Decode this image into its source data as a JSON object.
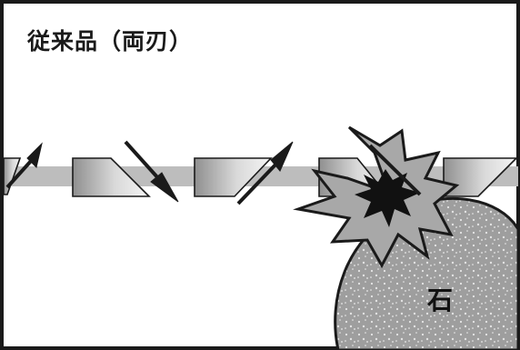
{
  "title": "従来品（両刃）",
  "stone_label": "石",
  "colors": {
    "frame": "#1a1a1a",
    "rail": "#bdbdbd",
    "blade_dark": "#8f8f8f",
    "blade_light": "#f2f2f2",
    "stone": "#9b9b9b",
    "burst_outer": "#a8a8a8",
    "burst_inner": "#111111"
  },
  "icons": [
    "blade",
    "motion-arrow",
    "impact-burst",
    "stone"
  ]
}
